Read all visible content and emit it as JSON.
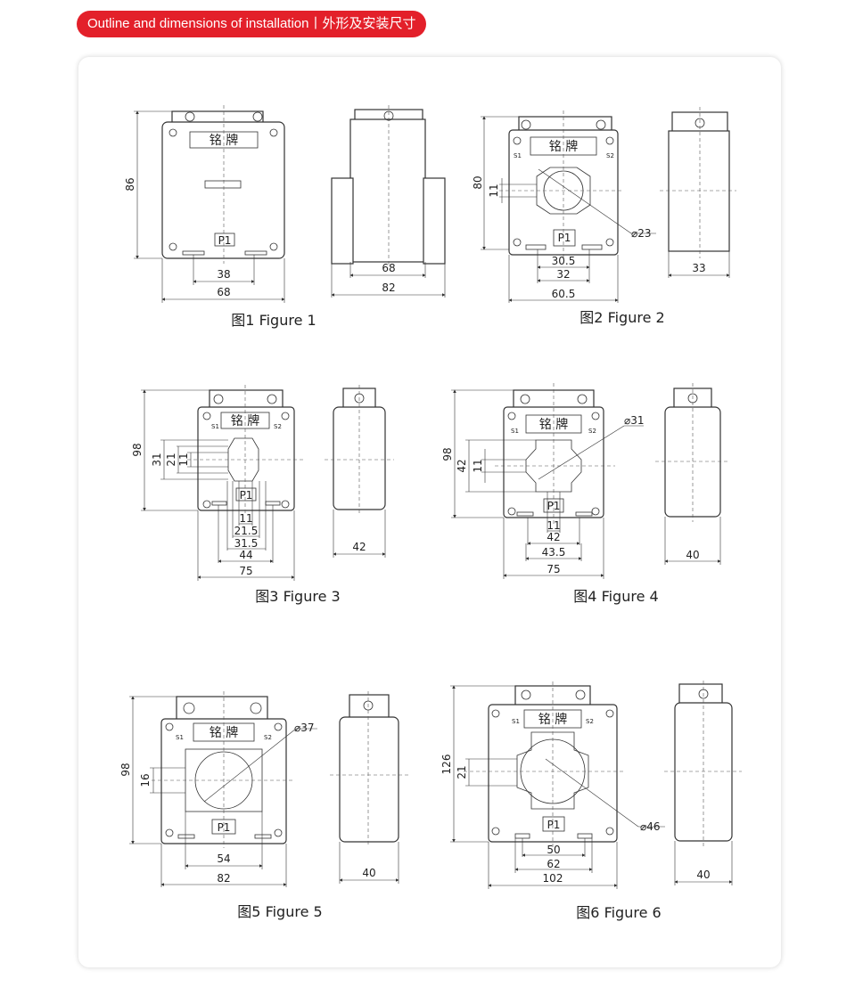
{
  "header": {
    "title": "Outline and dimensions of installation丨外形及安装尺寸",
    "color": "#e3202a"
  },
  "nameplate": "铭 牌",
  "terminal": {
    "p1": "P1",
    "s1": "S1",
    "s2": "S2"
  },
  "figures": [
    {
      "caption": "图1 Figure 1",
      "dims": {
        "height": "86",
        "inner": "38",
        "width": "68",
        "side_inner": "68",
        "side_outer": "82"
      }
    },
    {
      "caption": "图2 Figure 2",
      "dims": {
        "height": "80",
        "gap": "11",
        "dia": "⌀23",
        "a": "30.5",
        "b": "32",
        "width": "60.5",
        "side": "33"
      }
    },
    {
      "caption": "图3 Figure 3",
      "dims": {
        "height": "98",
        "h1": "31",
        "h2": "21",
        "h3": "11",
        "a": "11",
        "b": "21.5",
        "c": "31.5",
        "d": "44",
        "width": "75",
        "side": "42"
      }
    },
    {
      "caption": "图4 Figure 4",
      "dims": {
        "height": "98",
        "h1": "42",
        "h2": "11",
        "dia": "⌀31",
        "a": "11",
        "b": "42",
        "c": "43.5",
        "width": "75",
        "side": "40"
      }
    },
    {
      "caption": "图5 Figure 5",
      "dims": {
        "height": "98",
        "h1": "16",
        "dia": "⌀37",
        "a": "54",
        "width": "82",
        "side": "40"
      }
    },
    {
      "caption": "图6 Figure 6",
      "dims": {
        "height": "126",
        "h1": "21",
        "dia": "⌀46",
        "a": "50",
        "b": "62",
        "width": "102",
        "side": "40"
      }
    }
  ]
}
